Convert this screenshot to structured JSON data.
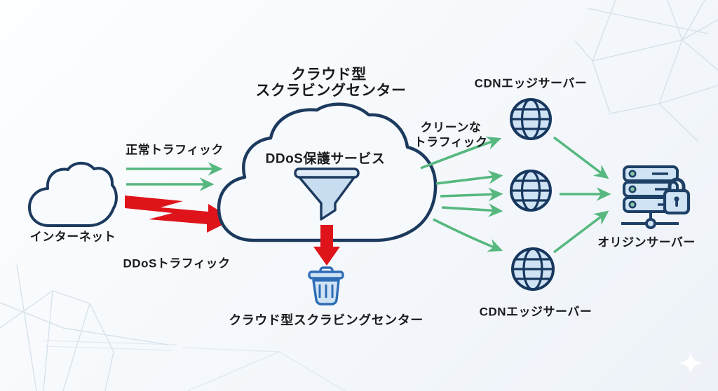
{
  "title": {
    "line1": "クラウド型",
    "line2": "スクラビングセンター"
  },
  "nodes": {
    "internet": {
      "label": "インターネット",
      "icon": "cloud-icon"
    },
    "scrubbing_cloud": {
      "service_label": "DDoS保護サービス",
      "icon": "funnel-icon"
    },
    "trash": {
      "caption": "クラウド型スクラビングセンター",
      "icon": "trash-icon"
    },
    "cdn_top": {
      "label": "CDNエッジサーバー",
      "icon": "globe-icon"
    },
    "cdn_middle": {
      "icon": "globe-icon"
    },
    "cdn_bottom": {
      "label": "CDNエッジサーバー",
      "icon": "globe-icon"
    },
    "origin": {
      "label": "オリジンサーバー",
      "icon": "server-lock-icon"
    }
  },
  "flows": {
    "normal": {
      "label": "正常トラフィック",
      "color": "#56b87f",
      "arrow_count": 2
    },
    "ddos": {
      "label": "DDoSトラフィック",
      "color": "#df141b",
      "style": "thick-zigzag"
    },
    "clean": {
      "label_line1": "クリーンな",
      "label_line2": "トラフィック",
      "color": "#56b87f"
    },
    "dropped": {
      "color": "#df141b",
      "style": "thick-down"
    }
  },
  "colors": {
    "outline_navy": "#1c3a5e",
    "icon_fill": "#cfe3f5",
    "funnel_fill": "#c9ddf1",
    "trash_blue": "#2e6cb5",
    "green_arrow": "#56b87f",
    "red_arrow": "#df141b",
    "text": "#1a1b1e",
    "background_top": "#fdfeff",
    "background_bottom": "#edf2f8",
    "background_lines": "#c9d9e5",
    "led_green": "#8cc7a4"
  }
}
